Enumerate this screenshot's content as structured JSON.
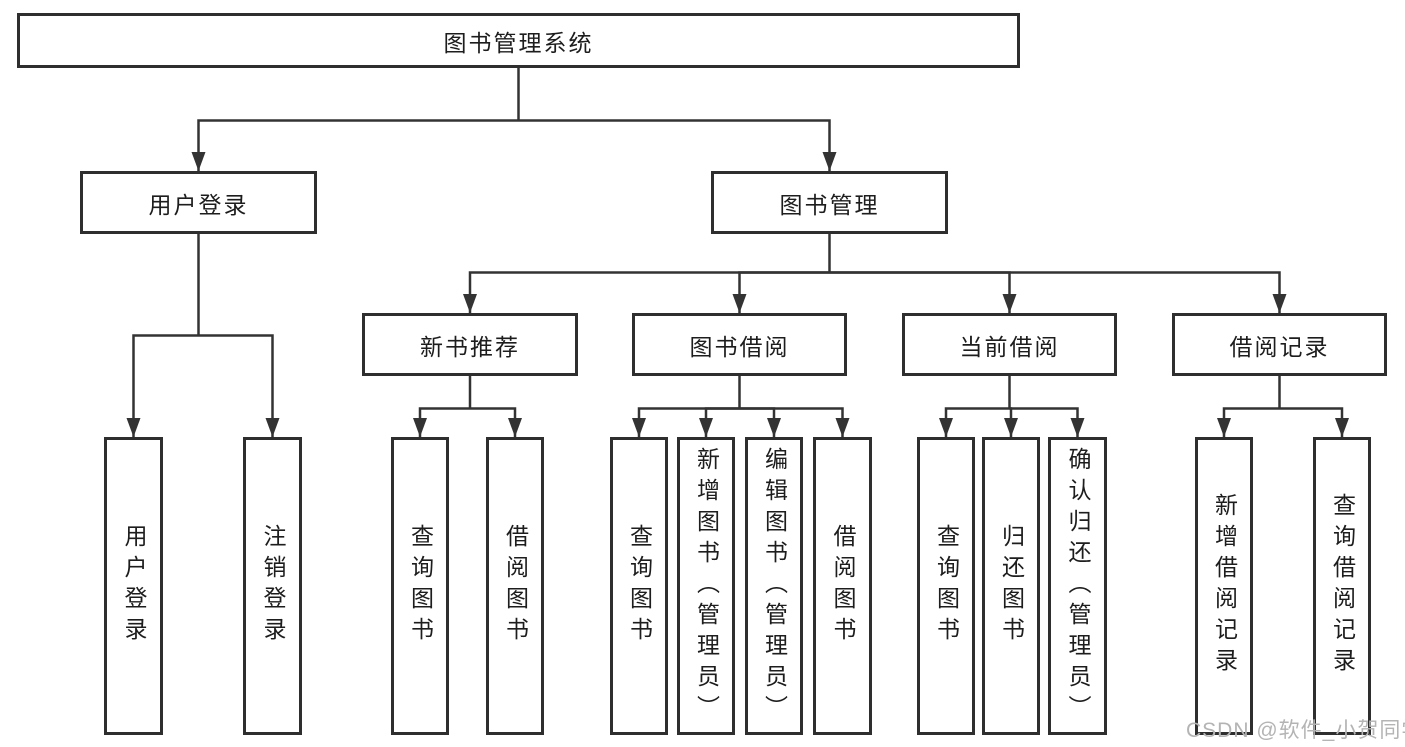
{
  "diagram": {
    "type": "tree",
    "description": "Functional structure chart of a library management system"
  },
  "tree": {
    "label": "图书管理系统",
    "children": [
      {
        "label": "用户登录",
        "children": [
          {
            "label": "用户登录"
          },
          {
            "label": "注销登录"
          }
        ]
      },
      {
        "label": "图书管理",
        "children": [
          {
            "label": "新书推荐",
            "children": [
              {
                "label": "查询图书"
              },
              {
                "label": "借阅图书"
              }
            ]
          },
          {
            "label": "图书借阅",
            "children": [
              {
                "label": "查询图书"
              },
              {
                "label": "新增图书（管理员）"
              },
              {
                "label": "编辑图书（管理员）"
              },
              {
                "label": "借阅图书"
              }
            ]
          },
          {
            "label": "当前借阅",
            "children": [
              {
                "label": "查询图书"
              },
              {
                "label": "归还图书"
              },
              {
                "label": "确认归还（管理员）"
              }
            ]
          },
          {
            "label": "借阅记录",
            "children": [
              {
                "label": "新增借阅记录"
              },
              {
                "label": "查询借阅记录"
              }
            ]
          }
        ]
      }
    ]
  },
  "watermark": {
    "text": "CSDN @软件_小贺同学"
  },
  "colors": {
    "line": "#333333",
    "border": "#2e2e2e",
    "text": "#1d1d1d",
    "watermark": "#b4b4b4",
    "background": "#ffffff"
  }
}
